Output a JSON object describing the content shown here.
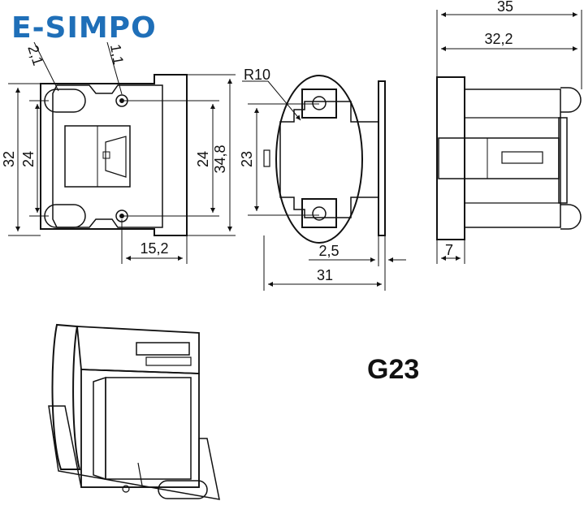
{
  "brand": {
    "logo_text": "E-SIMPO",
    "accent_color": "#1f6fb8"
  },
  "product": {
    "label": "G23"
  },
  "dimensions": {
    "top_right_35": "35",
    "top_right_32_2": "32,2",
    "r10": "R10",
    "height_32": "32",
    "height_24_left": "24",
    "height_24_right": "24",
    "height_34_8": "34,8",
    "height_23": "23",
    "width_15_2": "15,2",
    "width_2_5": "2,5",
    "width_31": "31",
    "width_7": "7",
    "diag_2_1": "2,1",
    "diag_1_1": "1,1"
  },
  "colors": {
    "line": "#111111",
    "background": "#ffffff"
  }
}
